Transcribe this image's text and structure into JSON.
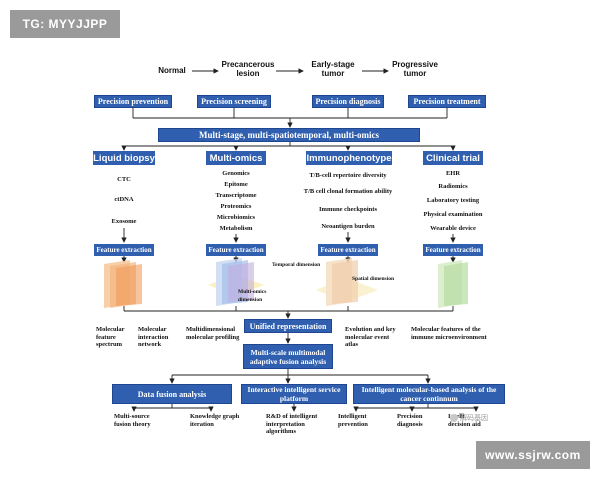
{
  "watermarks": {
    "top_left": "TG: MYYJJPP",
    "bottom_right": "www.ssjrw.com",
    "logo_text": "解码基因"
  },
  "stages": [
    "Normal",
    "Precancerous lesion",
    "Early-stage tumor",
    "Progressive tumor"
  ],
  "precision_boxes": [
    "Precision prevention",
    "Precision screening",
    "Precision diagnosis",
    "Precision treatment"
  ],
  "multi_stage": "Multi-stage, multi-spatiotemporal, multi-omics",
  "columns": [
    {
      "title": "Liquid biopsy",
      "items": [
        "CTC",
        "ctDNA",
        "Exosome"
      ]
    },
    {
      "title": "Multi-omics",
      "items": [
        "Genomics",
        "Epitome",
        "Transcriptome",
        "Proteomics",
        "Microbiomics",
        "Metabolism"
      ]
    },
    {
      "title": "Immunophenotype",
      "items": [
        "T/B-cell repertoire diversity",
        "T/B cell clonal formation ability",
        "Immune checkpoints",
        "Neoantigen burden"
      ]
    },
    {
      "title": "Clinical trial",
      "items": [
        "EHR",
        "Radiomics",
        "Laboratory testing",
        "Physical examination",
        "Wearable device"
      ]
    }
  ],
  "feature_extraction": "Feature extraction",
  "dimension_labels": {
    "temporal": "Temporal dimension",
    "spatial": "Spatial dimension",
    "multiomics": "Multi-omics dimension"
  },
  "unified": "Unified representation",
  "fusion": "Multi-scale multimodal adaptive fusion analysis",
  "left_labels": [
    "Molecular feature spectrum",
    "Molecular interaction network",
    "Multidimensional molecular profiling"
  ],
  "right_labels": [
    "Evolution and key molecular event atlas",
    "Molecular features of the immune microenvironment"
  ],
  "bottom_boxes": [
    "Data fusion analysis",
    "Interactive intelligent service platform",
    "Intelligent molecular-based analysis of the cancer continnum"
  ],
  "bottom_labels": [
    "Multi-source fusion theory",
    "Knowledge graph iteration",
    "R&D of intelligent interpretation algorithms",
    "Intelligent prevention",
    "Precision diagnosis",
    "Intelli decision aid"
  ]
}
